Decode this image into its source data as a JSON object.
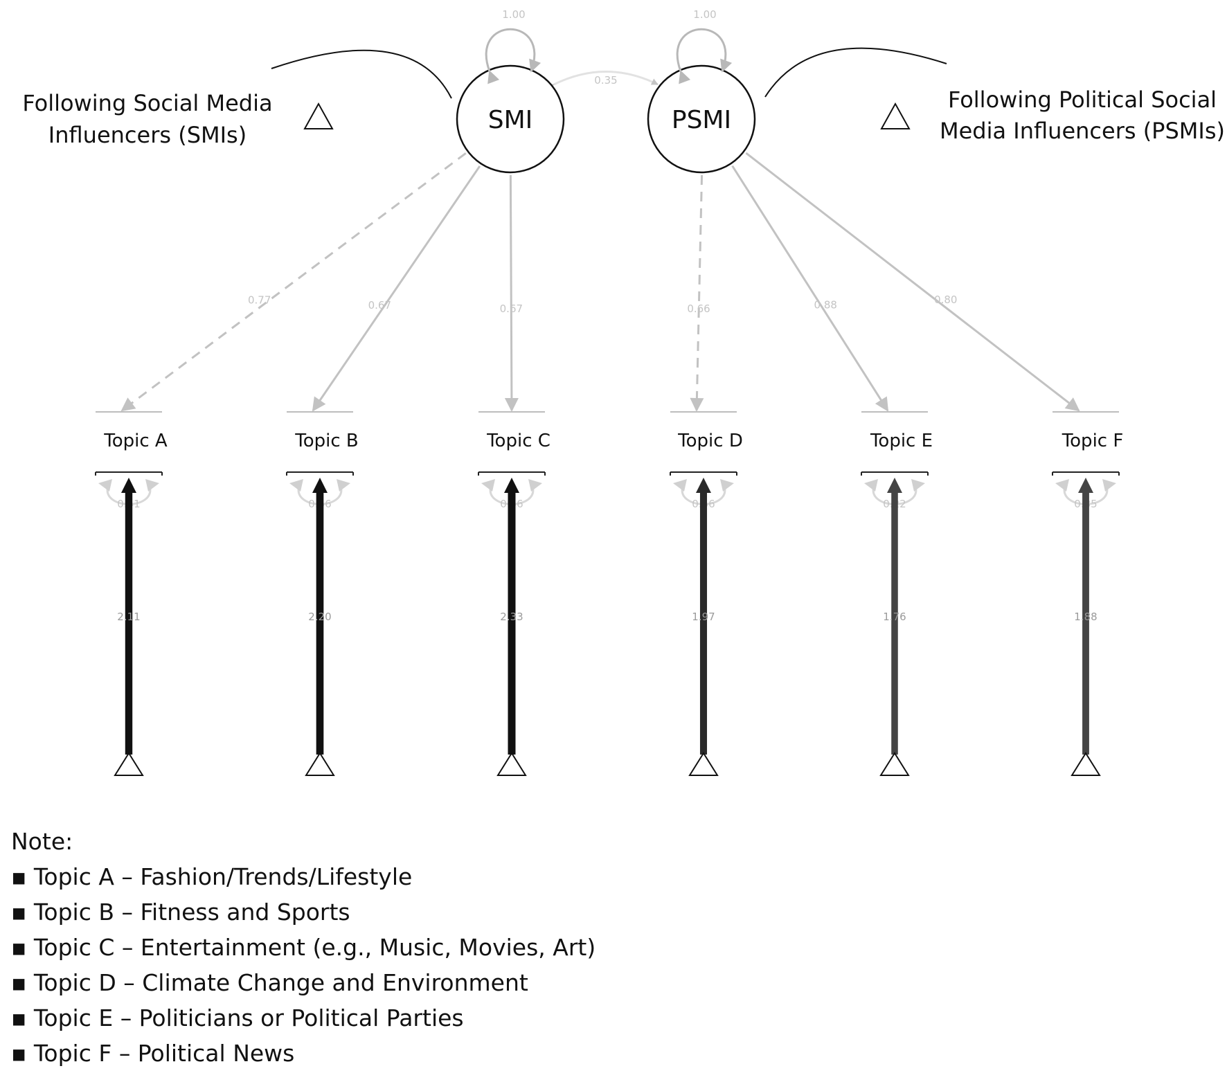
{
  "latents": [
    {
      "id": "SMI",
      "label": "SMI",
      "description": [
        "Following Social Media",
        "Influencers (SMIs)"
      ],
      "variance": "1.00"
    },
    {
      "id": "PSMI",
      "label": "PSMI",
      "description": [
        "Following Political Social",
        "Media Influencers (PSMIs)"
      ],
      "variance": "1.00"
    }
  ],
  "covariance": "0.35",
  "indicators": [
    {
      "label": "Topic A",
      "loading": "0.77",
      "residual": "0.41",
      "intercept": "2.11",
      "fixed": true
    },
    {
      "label": "Topic B",
      "loading": "0.67",
      "residual": "0.56",
      "intercept": "2.20",
      "fixed": false
    },
    {
      "label": "Topic C",
      "loading": "0.67",
      "residual": "0.56",
      "intercept": "2.33",
      "fixed": false
    },
    {
      "label": "Topic D",
      "loading": "0.66",
      "residual": "0.56",
      "intercept": "1.97",
      "fixed": true
    },
    {
      "label": "Topic E",
      "loading": "0.88",
      "residual": "0.22",
      "intercept": "1.76",
      "fixed": false
    },
    {
      "label": "Topic F",
      "loading": "0.80",
      "residual": "0.35",
      "intercept": "1.88",
      "fixed": false
    }
  ],
  "note": {
    "title": "Note:",
    "items": [
      "Topic A – Fashion/Trends/Lifestyle",
      "Topic B – Fitness and Sports",
      "Topic C – Entertainment (e.g., Music, Movies, Art)",
      "Topic D – Climate Change and Environment",
      "Topic E – Politicians or Political Parties",
      "Topic F – Political News"
    ]
  }
}
